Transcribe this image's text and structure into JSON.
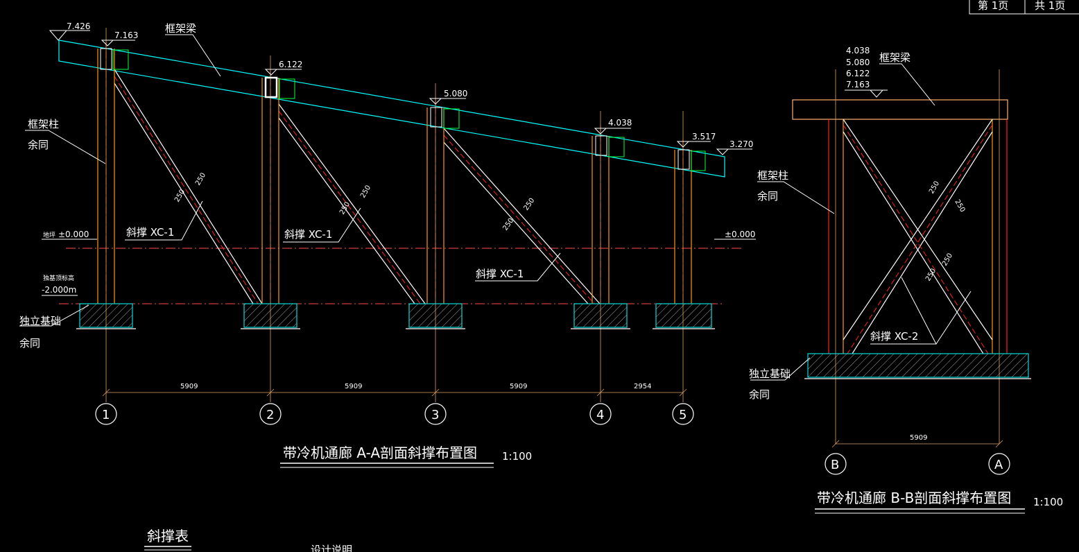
{
  "header": {
    "page_no": "第 1页",
    "page_total": "共 1页"
  },
  "view_aa": {
    "title": "带冷机通廊 A-A剖面斜撑布置图",
    "scale": "1:100",
    "beam_label": "框架梁",
    "column_label_1": "框架柱",
    "column_label_2": "余同",
    "foundation_label_1": "独立基础",
    "foundation_label_2": "余同",
    "brace_label": "斜撑 XC-1",
    "ground_prefix": "地坪",
    "ground_level": "±0.000",
    "ground_level_right": "±0.000",
    "found_top_1": "独基顶标高",
    "found_top_2": "-2.000m",
    "elevations": [
      "7.426",
      "7.163",
      "6.122",
      "5.080",
      "4.038",
      "3.517",
      "3.270"
    ],
    "brace_dim": "250",
    "spans": [
      "5909",
      "5909",
      "5909",
      "2954"
    ],
    "axes": [
      "1",
      "2",
      "3",
      "4",
      "5"
    ]
  },
  "view_bb": {
    "title": "带冷机通廊 B-B剖面斜撑布置图",
    "scale": "1:100",
    "beam_label": "框架梁",
    "elevations": [
      "4.038",
      "5.080",
      "6.122",
      "7.163"
    ],
    "column_label_1": "框架柱",
    "column_label_2": "余同",
    "foundation_label_1": "独立基础",
    "foundation_label_2": "余同",
    "brace_label": "斜撑 XC-2",
    "brace_dim": "250",
    "span": "5909",
    "axes": [
      "B",
      "A"
    ]
  },
  "notes": {
    "brace_table": "斜撑表",
    "design_notes": "设计说明"
  },
  "colors": {
    "background": "#000000",
    "beam": "#00ffff",
    "column": "#ff9900",
    "brace_inner": "#ff2020",
    "axis": "#e0a060",
    "foundation": "#00dddd",
    "ground_line": "#ff5050",
    "tag": "#00ff40",
    "text": "#ffffff"
  }
}
